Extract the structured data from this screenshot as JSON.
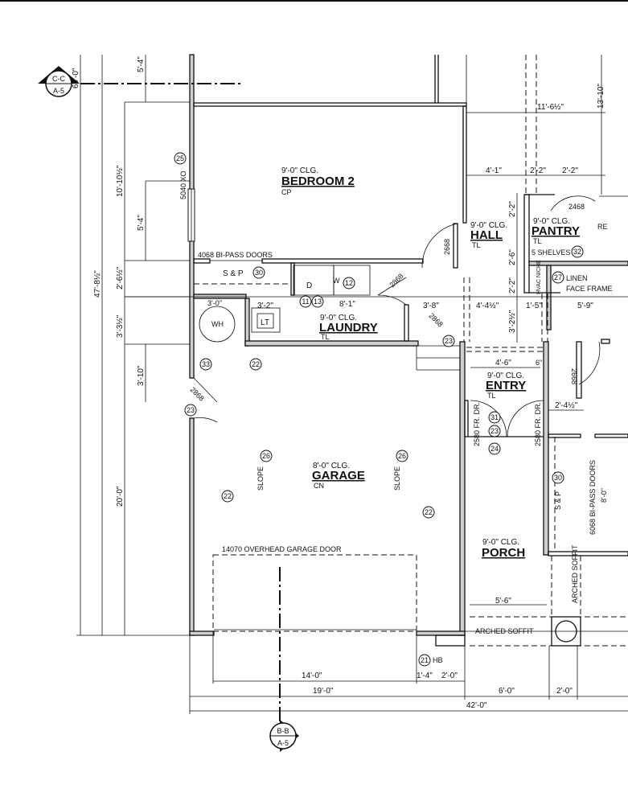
{
  "drawing": {
    "rooms": {
      "bedroom2": {
        "name": "BEDROOM 2",
        "ceiling": "9'-0\" CLG.",
        "floor": "CP"
      },
      "hall": {
        "name": "HALL",
        "ceiling": "9'-0\" CLG.",
        "floor": "TL"
      },
      "pantry": {
        "name": "PANTRY",
        "ceiling": "9'-0\" CLG.",
        "floor": "TL",
        "note": "5 SHELVES"
      },
      "laundry": {
        "name": "LAUNDRY",
        "ceiling": "9'-0\" CLG.",
        "floor": "TL"
      },
      "entry": {
        "name": "ENTRY",
        "ceiling": "9'-0\" CLG.",
        "floor": "TL"
      },
      "garage": {
        "name": "GARAGE",
        "ceiling": "8'-0\" CLG.",
        "floor": "CN"
      },
      "porch": {
        "name": "PORCH",
        "ceiling": "9'-0\" CLG."
      }
    },
    "notes": {
      "window": "5040 XO",
      "bipass_bedroom": "4068 BI-PASS DOORS",
      "bipass_porch": "6068 BI-PASS DOORS",
      "bipass_porch_height": "8'-0\"",
      "sp": "S & P",
      "dryer": "D",
      "washer": "W",
      "water_heater": "WH",
      "laundry_tub": "LT",
      "door_2868": "2868",
      "door_2668": "2668",
      "door_2468": "2468",
      "french_door": "2580 FR. DR.",
      "hvac": "HVAC NICHE",
      "linen": "LINEN",
      "face_frame": "FACE FRAME",
      "slope": "SLOPE",
      "garage_door": "14070 OVERHEAD GARAGE DOOR",
      "arched_soffit": "ARCHED SOFFIT",
      "hose_bib": "HB",
      "cut_off_re": "RE"
    },
    "keynotes": [
      "25",
      "30",
      "12",
      "11",
      "13",
      "33",
      "22",
      "23",
      "26",
      "21",
      "32",
      "27",
      "31",
      "24"
    ],
    "sections": {
      "cc": {
        "top": "C-C",
        "bottom": "A-5"
      },
      "bb": {
        "top": "B-B",
        "bottom": "A-5"
      }
    },
    "dimensions": {
      "left": {
        "overall": "69'-0\"",
        "d47": "47'-8½\"",
        "d10": "10'-10½\"",
        "d2_6": "2'-6½\"",
        "d3_3": "3'-3½\"",
        "d20": "20'-0\"",
        "d5_4a": "5'-4\"",
        "d5_4b": "5'-4\"",
        "d3_10": "3'-10\""
      },
      "right": {
        "d13_10": "13'-10\"",
        "d11_6": "11'-6½\"",
        "d4_1": "4'-1\"",
        "d2_2a": "2'-2\"",
        "d2_2b": "2'-2\"",
        "v2_2a": "2'-2\"",
        "v2_6": "2'-6\"",
        "v2_2b": "2'-2\"",
        "v3_2": "3'-2½\"",
        "d4_4": "4'-4½\"",
        "d1_5": "1'-5\"",
        "d5_9": "5'-9\"",
        "d3_8": "3'-8\"",
        "d8_1": "8'-1\"",
        "d3_2": "3'-2\"",
        "d3_0": "3'-0\"",
        "d4_6": "4'-6\"",
        "d6in": "6\"",
        "d2_4": "2'-4½\"",
        "d5_6": "5'-6\""
      },
      "bottom": {
        "d14": "14'-0\"",
        "d1_4": "1'-4\"",
        "d2_0a": "2'-0\"",
        "d19": "19'-0\"",
        "d6": "6'-0\"",
        "d2_0b": "2'-0\"",
        "d42": "42'-0\""
      }
    }
  }
}
